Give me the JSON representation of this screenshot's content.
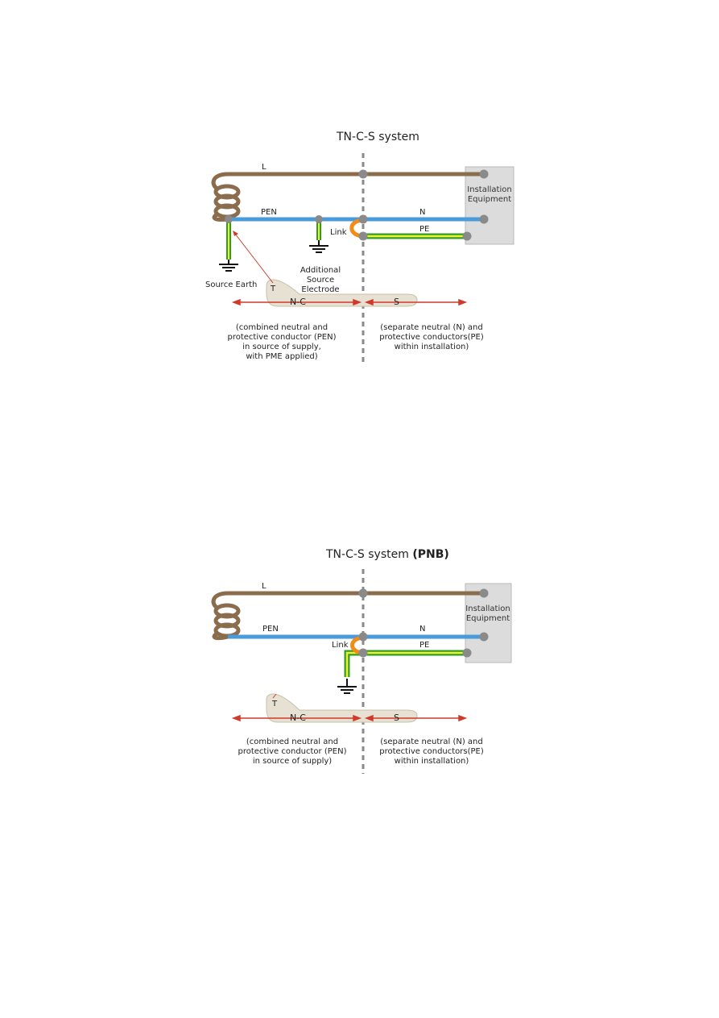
{
  "colors": {
    "line": "#8B6D4D",
    "neutral": "#4A9BDB",
    "pe_green": "#2E9E2A",
    "pe_yellow": "#F2EE2E",
    "link": "#F08C1A",
    "node": "#8A8A8A",
    "arrow": "#D03A2A",
    "pill": "#E6E1D3",
    "box": "#DCDCDC"
  },
  "diagram1": {
    "title": "TN-C-S system",
    "label_l": "L",
    "label_pen": "PEN",
    "label_n": "N",
    "label_pe": "PE",
    "label_link": "Link",
    "equipment": "Installation\nEquipment",
    "source_earth": "Source Earth",
    "additional_electrode": "Additional\nSource Electrode",
    "label_t": "T",
    "label_nc": "N-C",
    "label_s": "S",
    "desc_left": "(combined neutral and\nprotective conductor (PEN)\nin source of supply,\nwith PME applied)",
    "desc_right": "(separate neutral (N) and\nprotective conductors(PE)\nwithin installation)"
  },
  "diagram2": {
    "title_main": "TN-C-S system ",
    "title_suffix": "(PNB)",
    "label_l": "L",
    "label_pen": "PEN",
    "label_n": "N",
    "label_pe": "PE",
    "label_link": "Link",
    "equipment": "Installation\nEquipment",
    "label_t": "T",
    "label_nc": "N-C",
    "label_s": "S",
    "desc_left": "(combined neutral and\nprotective conductor (PEN)\nin source of supply)",
    "desc_right": "(separate neutral (N) and\nprotective conductors(PE)\nwithin installation)"
  }
}
